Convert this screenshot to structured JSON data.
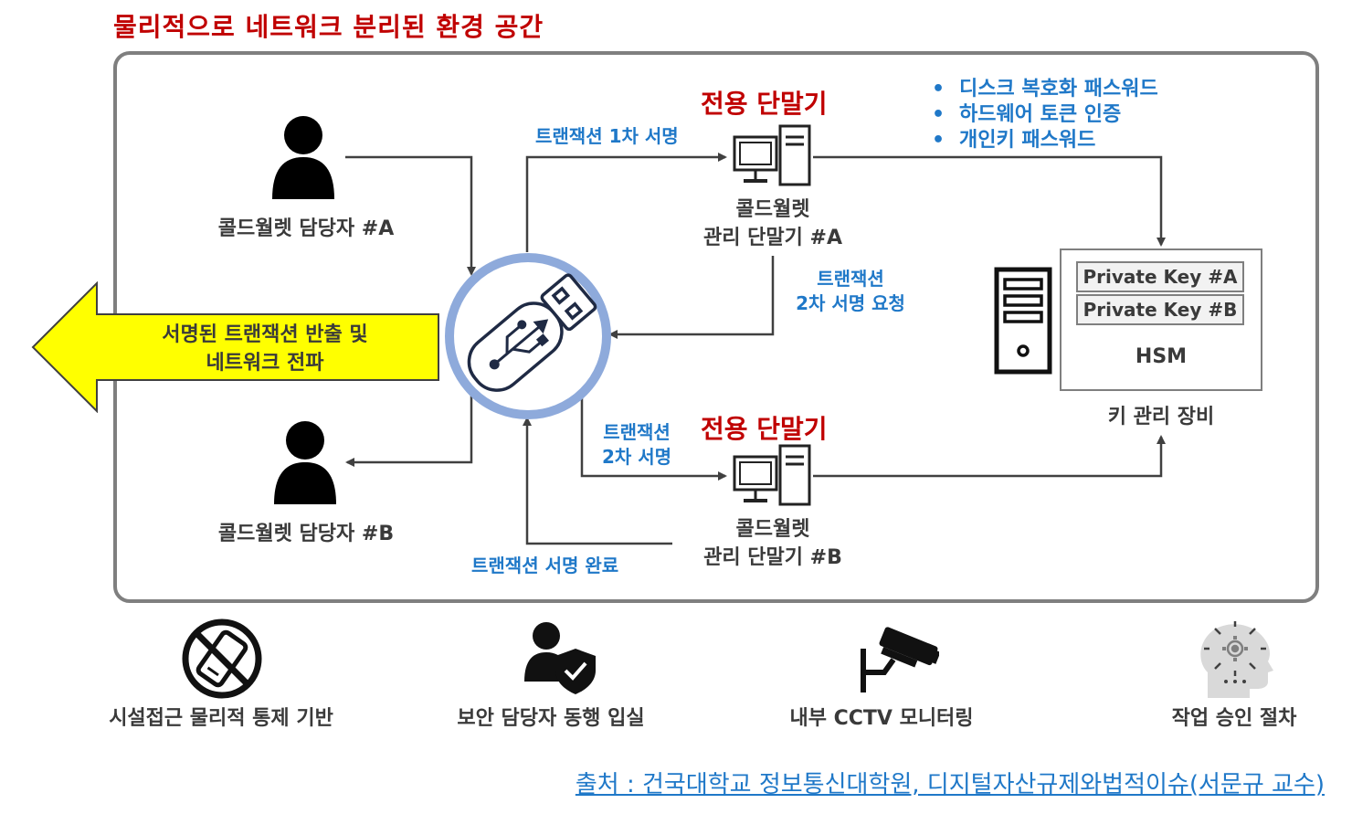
{
  "title": "물리적으로 네트워크 분리된 환경 공간",
  "persons": {
    "a": "콜드월렛 담당자 #A",
    "b": "콜드월렛 담당자 #B"
  },
  "terminals": {
    "header": "전용 단말기",
    "a_line1": "콜드월렛",
    "a_line2": "관리 단말기 #A",
    "b_line1": "콜드월렛",
    "b_line2": "관리 단말기 #B"
  },
  "flows": {
    "sign1": "트랜잭션 1차 서명",
    "req2_line1": "트랜잭션",
    "req2_line2": "2차 서명 요청",
    "sign2_line1": "트랜잭션",
    "sign2_line2": "2차 서명",
    "done": "트랜잭션 서명 완료"
  },
  "requirements": [
    "디스크 복호화 패스워드",
    "하드웨어 토큰 인증",
    "개인키 패스워드"
  ],
  "hsm": {
    "key_a": "Private Key #A",
    "key_b": "Private Key #B",
    "name": "HSM",
    "caption": "키 관리 장비"
  },
  "export_arrow": {
    "line1": "서명된 트랜잭션 반출 및",
    "line2": "네트워크 전파"
  },
  "controls": [
    {
      "label": "시설접근 물리적 통제 기반",
      "icon": "no-phone-icon"
    },
    {
      "label": "보안 담당자 동행 입실",
      "icon": "security-person-icon"
    },
    {
      "label": "내부 CCTV 모니터링",
      "icon": "cctv-camera-icon"
    },
    {
      "label": "작업 승인 절차",
      "icon": "process-head-icon"
    }
  ],
  "source": "출처 : 건국대학교 정보통신대학원, 디지털자산규제와법적이슈(서문규 교수)",
  "colors": {
    "title_red": "#c00000",
    "flow_blue": "#1f78c8",
    "frame_gray": "#7f7f7f",
    "arrow_yellow": "#ffff00",
    "usb_ring": "#8eaadb"
  }
}
